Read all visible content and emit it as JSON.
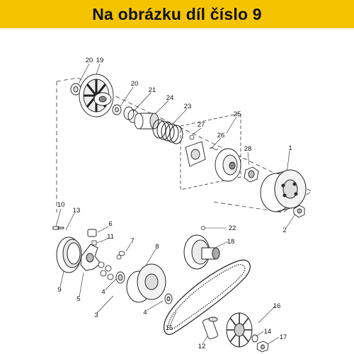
{
  "banner": {
    "text": "Na obrázku díl číslo 9",
    "background_color": "#f5c400"
  },
  "diagram": {
    "callouts": [
      "20",
      "19",
      "20",
      "21",
      "24",
      "23",
      "25",
      "27",
      "26",
      "28",
      "1",
      "2",
      "10",
      "13",
      "6",
      "11",
      "7",
      "22",
      "18",
      "8",
      "9",
      "5",
      "4",
      "3",
      "4",
      "15",
      "16",
      "12",
      "14",
      "17"
    ]
  }
}
